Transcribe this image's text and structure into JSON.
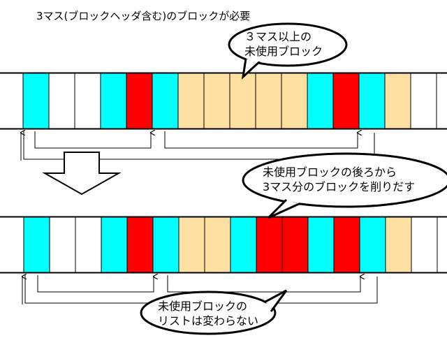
{
  "title": "3マス(ブロックヘッダ含む)のブロックが必要",
  "colors": {
    "header": "#00ffff",
    "used": "#ff0000",
    "free": "#ffe0a3",
    "empty": "#ffffff",
    "stroke": "#000000"
  },
  "rows": [
    {
      "name": "before",
      "cells": [
        "empty",
        "header",
        "empty",
        "empty",
        "header",
        "used",
        "header",
        "free",
        "free",
        "free",
        "free",
        "free",
        "header",
        "used",
        "header",
        "free",
        "empty",
        "empty"
      ]
    },
    {
      "name": "after",
      "cells": [
        "empty",
        "header",
        "empty",
        "empty",
        "header",
        "used",
        "header",
        "free",
        "free",
        "header",
        "used",
        "used",
        "header",
        "used",
        "header",
        "free",
        "empty",
        "empty"
      ]
    }
  ],
  "callouts": {
    "top": [
      "３マス以上の",
      "未使用ブロック"
    ],
    "middle": [
      "未使用ブロックの後ろから",
      "3マス分のブロックを削りだす"
    ],
    "bottom": [
      "未使用ブロックの",
      "リストは変わらない"
    ]
  }
}
